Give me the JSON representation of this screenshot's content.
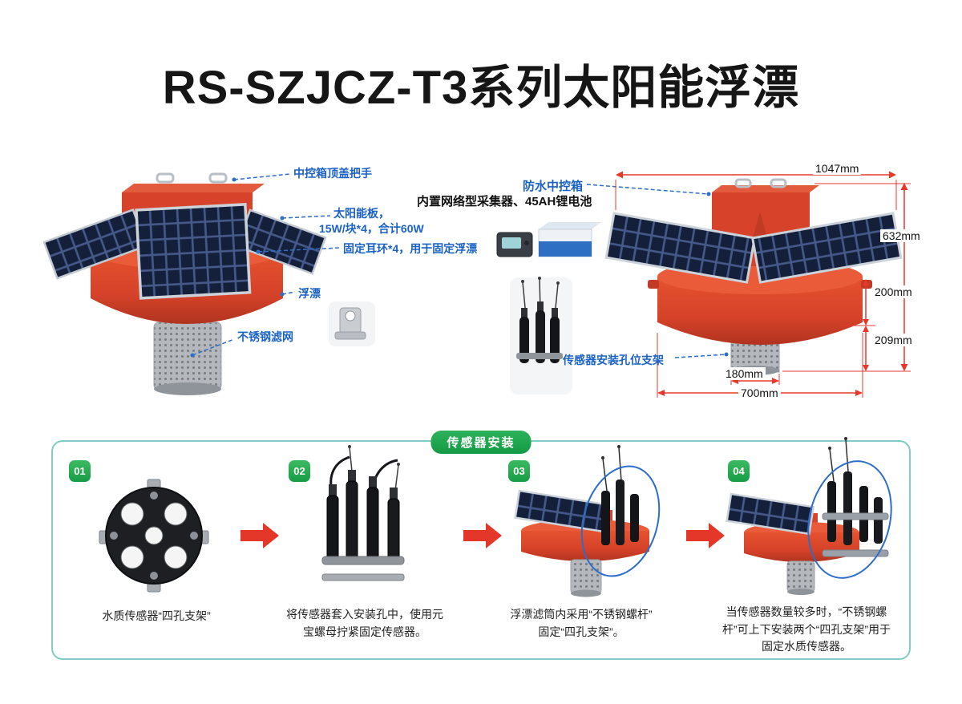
{
  "title": "RS-SZJCZ-T3系列太阳能浮漂",
  "left_diagram": {
    "callout_handle": "中控箱顶盖把手",
    "callout_solar_line1": "太阳能板，",
    "callout_solar_line2": "15W/块*4，合计60W",
    "callout_ring": "固定耳环*4，用于固定浮漂",
    "callout_buoy": "浮漂",
    "callout_filter": "不锈钢滤网"
  },
  "middle": {
    "collector_text": "内置网络型采集器、45AH锂电池",
    "waterproof_box": "防水中控箱",
    "sensor_bracket": "传感器安装孔位支架"
  },
  "right_diagram": {
    "dim_width_top": "1047mm",
    "dim_height": "632mm",
    "dim_drum": "200mm",
    "dim_filter": "209mm",
    "dim_filter_width": "180mm",
    "dim_drum_width": "700mm"
  },
  "install": {
    "section_title": "传感器安装",
    "steps": [
      {
        "num": "01",
        "caption": "水质传感器“四孔支架”"
      },
      {
        "num": "02",
        "caption": "将传感器套入安装孔中，使用元宝螺母拧紧固定传感器。"
      },
      {
        "num": "03",
        "caption": "浮漂滤筒内采用“不锈钢螺杆”固定“四孔支架”。"
      },
      {
        "num": "04",
        "caption": "当传感器数量较多时，“不锈钢螺杆”可上下安装两个“四孔支架”用于固定水质传感器。"
      }
    ]
  },
  "colors": {
    "accent_blue": "#1b62c5",
    "buoy_red": "#d7432a",
    "badge_green": "#179c45",
    "arrow_red": "#e4372a",
    "dimension_red": "#e8382b",
    "section_border": "#82cbc4"
  }
}
